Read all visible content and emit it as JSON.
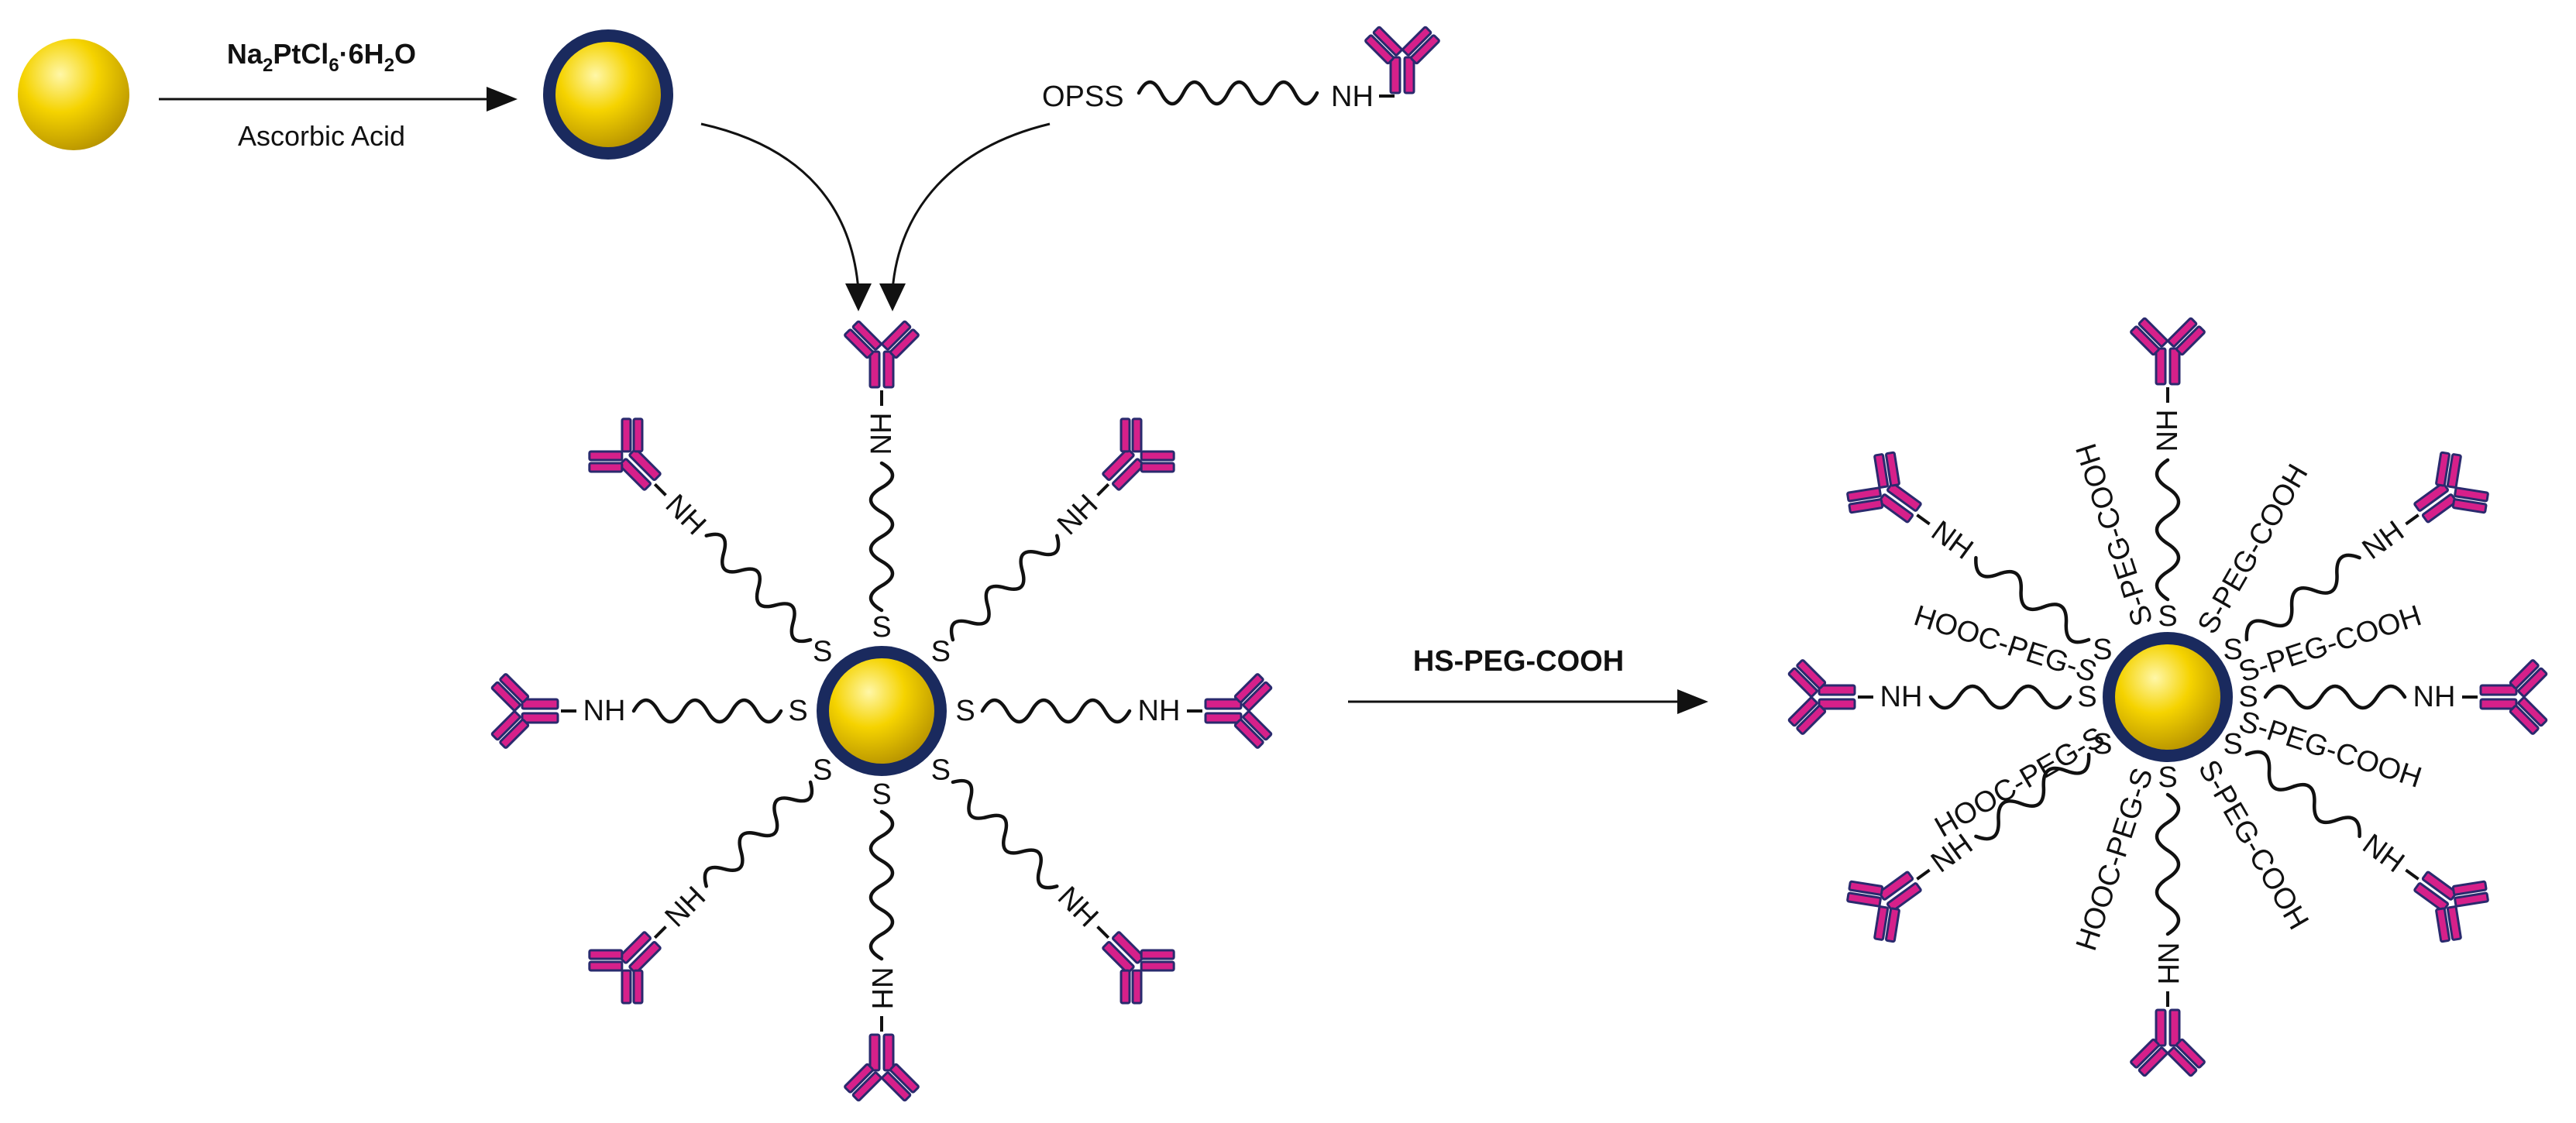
{
  "colors": {
    "gold_light": "#fff7a8",
    "gold_mid": "#f5d300",
    "gold_dark": "#b38f00",
    "shell": "#1a2a5e",
    "antibody_fill": "#d6208a",
    "antibody_stroke": "#2a2a6e",
    "line": "#111111"
  },
  "icons": {
    "nanoparticle": "gold-nanoparticle-icon",
    "coated_nanoparticle": "pt-coated-nanoparticle-icon",
    "antibody": "antibody-icon"
  },
  "step1": {
    "reagent_main": "Na",
    "reagent_sub1": "2",
    "reagent_mid": "PtCl",
    "reagent_sub2": "6",
    "reagent_dot": "·6H",
    "reagent_sub3": "2",
    "reagent_end": "O",
    "condition": "Ascorbic Acid"
  },
  "linker": {
    "left_label": "OPSS",
    "right_label": "NH"
  },
  "step2": {
    "reagent": "HS-PEG-COOH"
  },
  "labels": {
    "s": "S",
    "nh": "NH",
    "hn": "-HN",
    "nh_tail": "NH-",
    "peg_out": "S-PEG-COOH",
    "peg_in": "HOOC-PEG-S"
  }
}
